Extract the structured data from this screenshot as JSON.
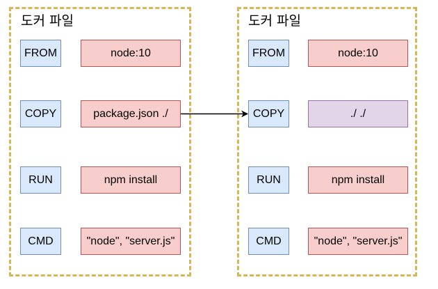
{
  "left_file": {
    "title": "도커 파일",
    "rows": [
      {
        "keyword": "FROM",
        "value": "node:10"
      },
      {
        "keyword": "COPY",
        "value": "package.json ./"
      },
      {
        "keyword": "RUN",
        "value": "npm install"
      },
      {
        "keyword": "CMD",
        "value": "\"node\", \"server.js\""
      }
    ]
  },
  "right_file": {
    "title": "도커 파일",
    "rows": [
      {
        "keyword": "FROM",
        "value": "node:10"
      },
      {
        "keyword": "COPY",
        "value": "./ ./"
      },
      {
        "keyword": "RUN",
        "value": "npm install"
      },
      {
        "keyword": "CMD",
        "value": "\"node\", \"server.js\""
      }
    ]
  },
  "colors": {
    "keyword_fill": "#dae8fc",
    "keyword_stroke": "#6c8ebf",
    "value_fill": "#f8cecc",
    "value_stroke": "#b85450",
    "changed_value_fill": "#e1d5e7",
    "changed_value_stroke": "#9673a6",
    "container_border": "#d6b656"
  },
  "connector": {
    "from": "left COPY value",
    "to": "right COPY keyword",
    "style": "arrow"
  }
}
